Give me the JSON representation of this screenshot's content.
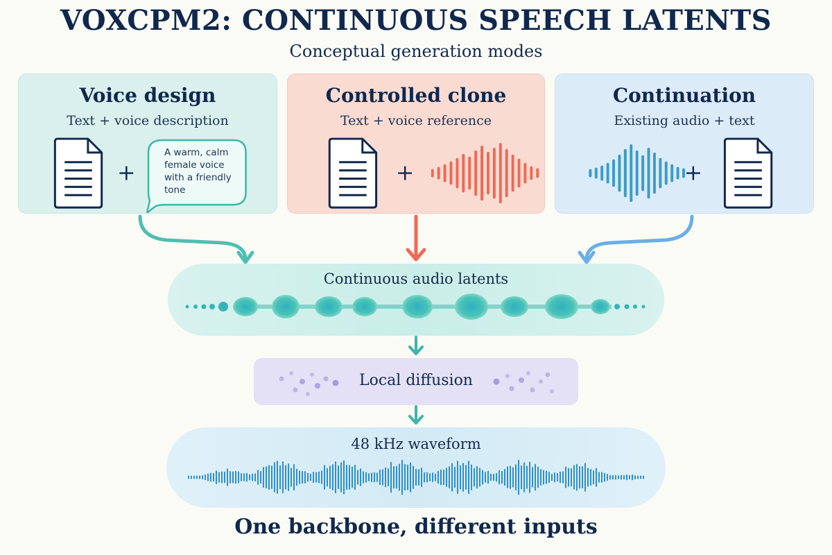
{
  "title": "VOXCPM2: CONTINUOUS SPEECH LATENTS",
  "subtitle": "Conceptual generation modes",
  "modes": [
    {
      "title": "Voice design",
      "subtitle": "Text + voice description",
      "bubble_lines": [
        "A warm, calm",
        "female voice",
        "with a friendly",
        "tone"
      ],
      "color": "#3db6a8",
      "icons": [
        "document-icon",
        "plus-icon",
        "speech-bubble-icon"
      ]
    },
    {
      "title": "Controlled clone",
      "subtitle": "Text + voice reference",
      "color": "#ee6a55",
      "icons": [
        "document-icon",
        "plus-icon",
        "audio-waveform-icon"
      ]
    },
    {
      "title": "Continuation",
      "subtitle": "Existing audio + text",
      "color": "#5aa8e0",
      "icons": [
        "audio-waveform-icon",
        "plus-icon",
        "document-icon"
      ]
    }
  ],
  "latents_label": "Continuous audio latents",
  "diffusion_label": "Local diffusion",
  "waveform_label": "48 kHz waveform",
  "footer": "One backbone, different inputs",
  "colors": {
    "navy": "#10284d",
    "teal": "#3db6a8",
    "coral": "#ee6a55",
    "sky": "#5aa8e0",
    "lavender": "#e4e1f6",
    "diffusion_dots": "#9a8fd8",
    "waveform": "#2f8fc8"
  }
}
